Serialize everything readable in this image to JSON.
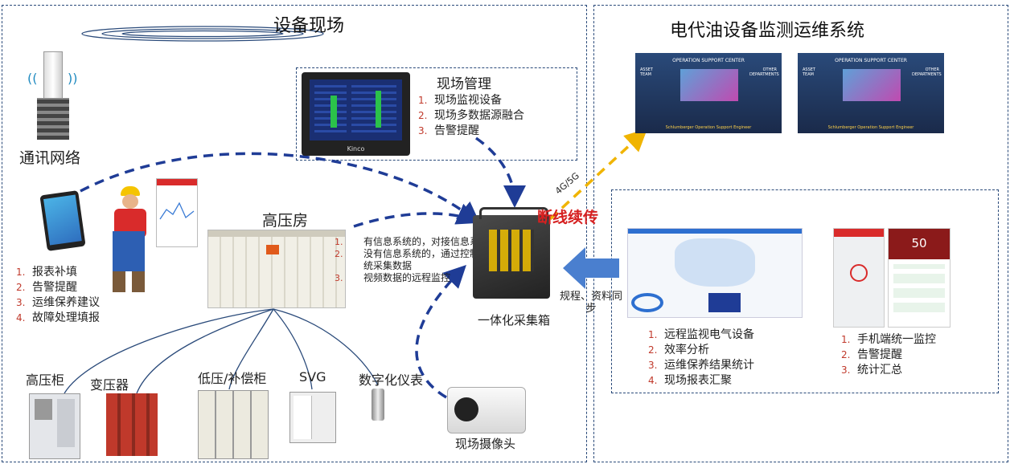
{
  "left_panel": {
    "title": "设备现场"
  },
  "right_panel": {
    "title": "电代油设备监测运维系统"
  },
  "site_mgmt": {
    "title": "现场管理",
    "items": [
      {
        "num": "1.",
        "text": "现场监视设备"
      },
      {
        "num": "2.",
        "text": "现场多数据源融合"
      },
      {
        "num": "3.",
        "text": "告警提醒"
      }
    ],
    "hmi_brand": "Kinco"
  },
  "network": {
    "label": "通讯网络"
  },
  "mobile_tasks": [
    {
      "num": "1.",
      "text": "报表补填"
    },
    {
      "num": "2.",
      "text": "告警提醒"
    },
    {
      "num": "3.",
      "text": "运维保养建议"
    },
    {
      "num": "4.",
      "text": "故障处理填报"
    }
  ],
  "hv_room": {
    "title": "高压房",
    "items": [
      {
        "num": "1.",
        "text": "有信息系统的，对接信息系统"
      },
      {
        "num": "2.",
        "text": "没有信息系统的，通过控制系统采集数据"
      },
      {
        "num": "3.",
        "text": "视频数据的远程监控"
      }
    ]
  },
  "collector": {
    "label": "一体化采集箱",
    "link_label": "4G/5G",
    "resume_label": "断线续传"
  },
  "sync_label": "规程、资料同步",
  "devices": [
    {
      "label": "高压柜"
    },
    {
      "label": "变压器"
    },
    {
      "label": "低压/补偿柜"
    },
    {
      "label": "SVG"
    },
    {
      "label": "数字化仪表"
    }
  ],
  "camera": {
    "label": "现场摄像头"
  },
  "ops_center": {
    "banner": "OPERATION SUPPORT CENTER",
    "left_tag": "ASSET TEAM",
    "right_tag": "OTHER DEPARTMENTS",
    "footer": "Schlumberger Operation Support Engineer"
  },
  "web_features": [
    {
      "num": "1.",
      "text": "远程监视电气设备"
    },
    {
      "num": "2.",
      "text": "效率分析"
    },
    {
      "num": "3.",
      "text": "运维保养结果统计"
    },
    {
      "num": "4.",
      "text": "现场报表汇聚"
    }
  ],
  "mobile_app": {
    "big_number": "50"
  },
  "mobile_features": [
    {
      "num": "1.",
      "text": "手机端统一监控"
    },
    {
      "num": "2.",
      "text": "告警提醒"
    },
    {
      "num": "3.",
      "text": "统计汇总"
    }
  ],
  "colors": {
    "flow_blue": "#1f3c96",
    "uplink_yellow": "#f0b400",
    "number_red": "#c0392b",
    "sync_arrow": "#4a7fcf"
  }
}
